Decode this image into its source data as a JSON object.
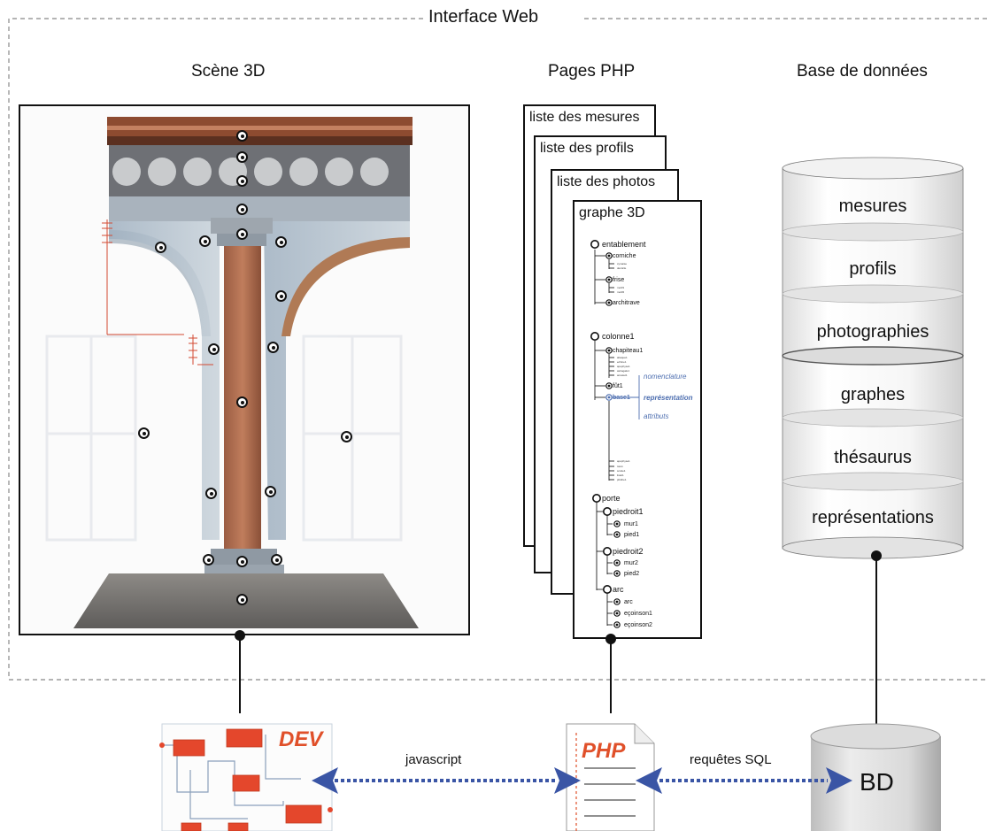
{
  "title": "Interface Web",
  "sections": {
    "scene3d": "Scène 3D",
    "php_pages": "Pages PHP",
    "database": "Base de données"
  },
  "php_pages": [
    "liste des mesures",
    "liste des profils",
    "liste des photos",
    "graphe 3D"
  ],
  "graph": {
    "entablement": "entablement",
    "corniche": "corniche",
    "corniche_sub": [
      "cymaise",
      "denticle"
    ],
    "frise": "frise",
    "frise_sub": [
      "motif1",
      "motif2"
    ],
    "architrave": "architrave",
    "colonne": "colonne1",
    "chapiteau": "chapiteau1",
    "chapiteau_sub": [
      "abaque1",
      "echine1",
      "apophyse1",
      "astragale1",
      "annelet1"
    ],
    "fut": "fût1",
    "base": "base1",
    "base_sub": [
      "apophyse1",
      "tore1",
      "scotie1",
      "listel1",
      "plinthe1"
    ],
    "annotations": [
      "nomenclature",
      "représentation",
      "attributs"
    ],
    "porte": "porte",
    "piedroit1": "piedroit1",
    "mur1": "mur1",
    "pied1": "pied1",
    "piedroit2": "piedroit2",
    "mur2": "mur2",
    "pied2": "pied2",
    "arc_group": "arc",
    "arc": "arc",
    "ecoinson1": "eçoinson1",
    "ecoinson2": "eçoinson2"
  },
  "database_tables": [
    "mesures",
    "profils",
    "photographies",
    "graphes",
    "thésaurus",
    "représentations"
  ],
  "bottom": {
    "dev": "DEV",
    "php": "PHP",
    "bd": "BD",
    "javascript": "javascript",
    "sql": "requêtes SQL"
  },
  "colors": {
    "accent_orange": "#e0502a",
    "arrow_blue": "#3a55a5",
    "annotation_blue": "#4e6fb0",
    "brick": "#a9664a"
  }
}
